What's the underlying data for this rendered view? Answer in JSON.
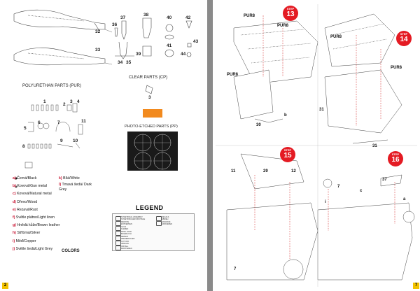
{
  "left_page": {
    "page_number": "2",
    "part_numbers": [
      "32",
      "33",
      "36",
      "37",
      "38",
      "40",
      "42",
      "34",
      "35",
      "39",
      "41",
      "43",
      "44"
    ],
    "sections": {
      "pur_title": "POLYURETHAN PARTS (PUR)",
      "cp_title": "CLEAR PARTS (CP)",
      "pe_title": "PHOTO-ETCHED PARTS (PP)",
      "cp_part": "3"
    },
    "pur_numbers": [
      "1",
      "2",
      "3",
      "4",
      "5",
      "6",
      "7",
      "8",
      "9",
      "10",
      "11"
    ],
    "colors": [
      {
        "key": "a)",
        "label": "Černá/Black"
      },
      {
        "key": "b)",
        "label": "Kovová/Gun metal"
      },
      {
        "key": "c)",
        "label": "Kovová/Natural metal"
      },
      {
        "key": "d)",
        "label": "Dřevo/Wood"
      },
      {
        "key": "e)",
        "label": "Rezavá/Rust"
      },
      {
        "key": "f)",
        "label": "Světle plátno/Light linen"
      },
      {
        "key": "g)",
        "label": "Hnědá kůže/Brown leather"
      },
      {
        "key": "h)",
        "label": "Stříbrná/Silver"
      },
      {
        "key": "i)",
        "label": "Měď/Copper"
      },
      {
        "key": "j)",
        "label": "Světle šedá/Light Grey"
      }
    ],
    "colors_right": [
      {
        "key": "k)",
        "label": "Bílá/White"
      },
      {
        "key": "l)",
        "label": "Tmavá šedá/ Dark Grey"
      }
    ],
    "colors_title": "COLORS",
    "legend": {
      "title": "LEGEND",
      "items_left": [
        "SYMETRICAL ASSEMBLY",
        "SYMETRISCHER MONTAGE",
        "REMOVE",
        "ENTFERNEN",
        "GLUE",
        "KLEBEN",
        "DRILL HOLE",
        "BOHRLOCH",
        "REPEAT",
        "WIEDERHOLEN",
        "CUT OFF",
        "ABSCHN.",
        "INSTALL",
        "MONTIEREN"
      ],
      "items_right": [
        "DECALS",
        "ABZIEH",
        "ENGRAVE",
        "GRAVIEREN"
      ]
    },
    "pe_color": "#f28a1e"
  },
  "right_page": {
    "page_number": "7",
    "steps": [
      {
        "label": "STEP",
        "number": "13"
      },
      {
        "label": "STEP",
        "number": "14"
      },
      {
        "label": "STEP",
        "number": "15"
      },
      {
        "label": "STEP",
        "number": "16"
      }
    ],
    "labels_13": [
      "PUR8",
      "PUR8",
      "PUR8",
      "30",
      "b"
    ],
    "labels_14": [
      "PUR8",
      "PUR8",
      "31",
      "31"
    ],
    "labels_15": [
      "11",
      "29",
      "12",
      "7"
    ],
    "labels_16": [
      "37",
      "7",
      "c",
      "i",
      "a"
    ]
  },
  "colors": {
    "step_red": "#e41b23",
    "page_badge": "#f2c200",
    "line": "#444444",
    "red_line": "#d02020"
  }
}
